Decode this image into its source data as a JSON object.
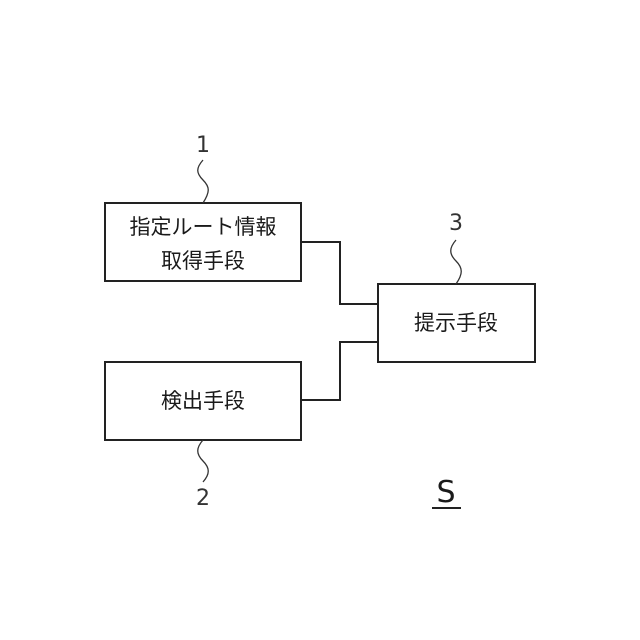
{
  "blocks": {
    "route_info": {
      "lines": [
        "指定ルート情報",
        "取得手段"
      ],
      "ref": "1"
    },
    "detection": {
      "label": "検出手段",
      "ref": "2"
    },
    "presentation": {
      "label": "提示手段",
      "ref": "3"
    }
  },
  "system_label": "S"
}
